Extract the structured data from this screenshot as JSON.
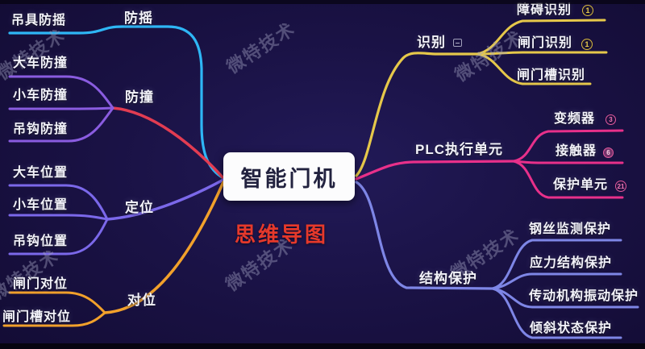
{
  "center": {
    "title": "智能门机",
    "subtitle": "思维导图"
  },
  "watermark": {
    "text": "微特技术"
  },
  "colors": {
    "sway": "#2eb6f5",
    "collision_trunk": "#e23c52",
    "collision_child": "#8a5ce0",
    "positioning": "#7b68ea",
    "alignment": "#f2a12b",
    "recognition": "#e6c84a",
    "plc": "#e8308a",
    "structure": "#7e86e6",
    "subtitle_red": "#e6392b"
  },
  "left": {
    "sway": {
      "label": "防摇",
      "children": [
        {
          "label": "吊具防摇"
        }
      ]
    },
    "collision": {
      "label": "防撞",
      "children": [
        {
          "label": "大车防撞"
        },
        {
          "label": "小车防撞"
        },
        {
          "label": "吊钩防撞"
        }
      ]
    },
    "positioning": {
      "label": "定位",
      "children": [
        {
          "label": "大车位置"
        },
        {
          "label": "小车位置"
        },
        {
          "label": "吊钩位置"
        }
      ]
    },
    "alignment": {
      "label": "对位",
      "children": [
        {
          "label": "闸门对位"
        },
        {
          "label": "闸门槽对位"
        }
      ]
    }
  },
  "right": {
    "recognition": {
      "label": "识别",
      "icon": "collapse-box",
      "children": [
        {
          "label": "障碍识别",
          "badge": "1"
        },
        {
          "label": "闸门识别",
          "badge": "1"
        },
        {
          "label": "闸门槽识别"
        }
      ]
    },
    "plc": {
      "label": "PLC执行单元",
      "children": [
        {
          "label": "变频器",
          "badge": "3"
        },
        {
          "label": "接触器",
          "badge": "6"
        },
        {
          "label": "保护单元",
          "badge": "21"
        }
      ]
    },
    "structure": {
      "label": "结构保护",
      "children": [
        {
          "label": "钢丝监测保护"
        },
        {
          "label": "应力结构保护"
        },
        {
          "label": "传动机构振动保护"
        },
        {
          "label": "倾斜状态保护"
        }
      ]
    }
  }
}
